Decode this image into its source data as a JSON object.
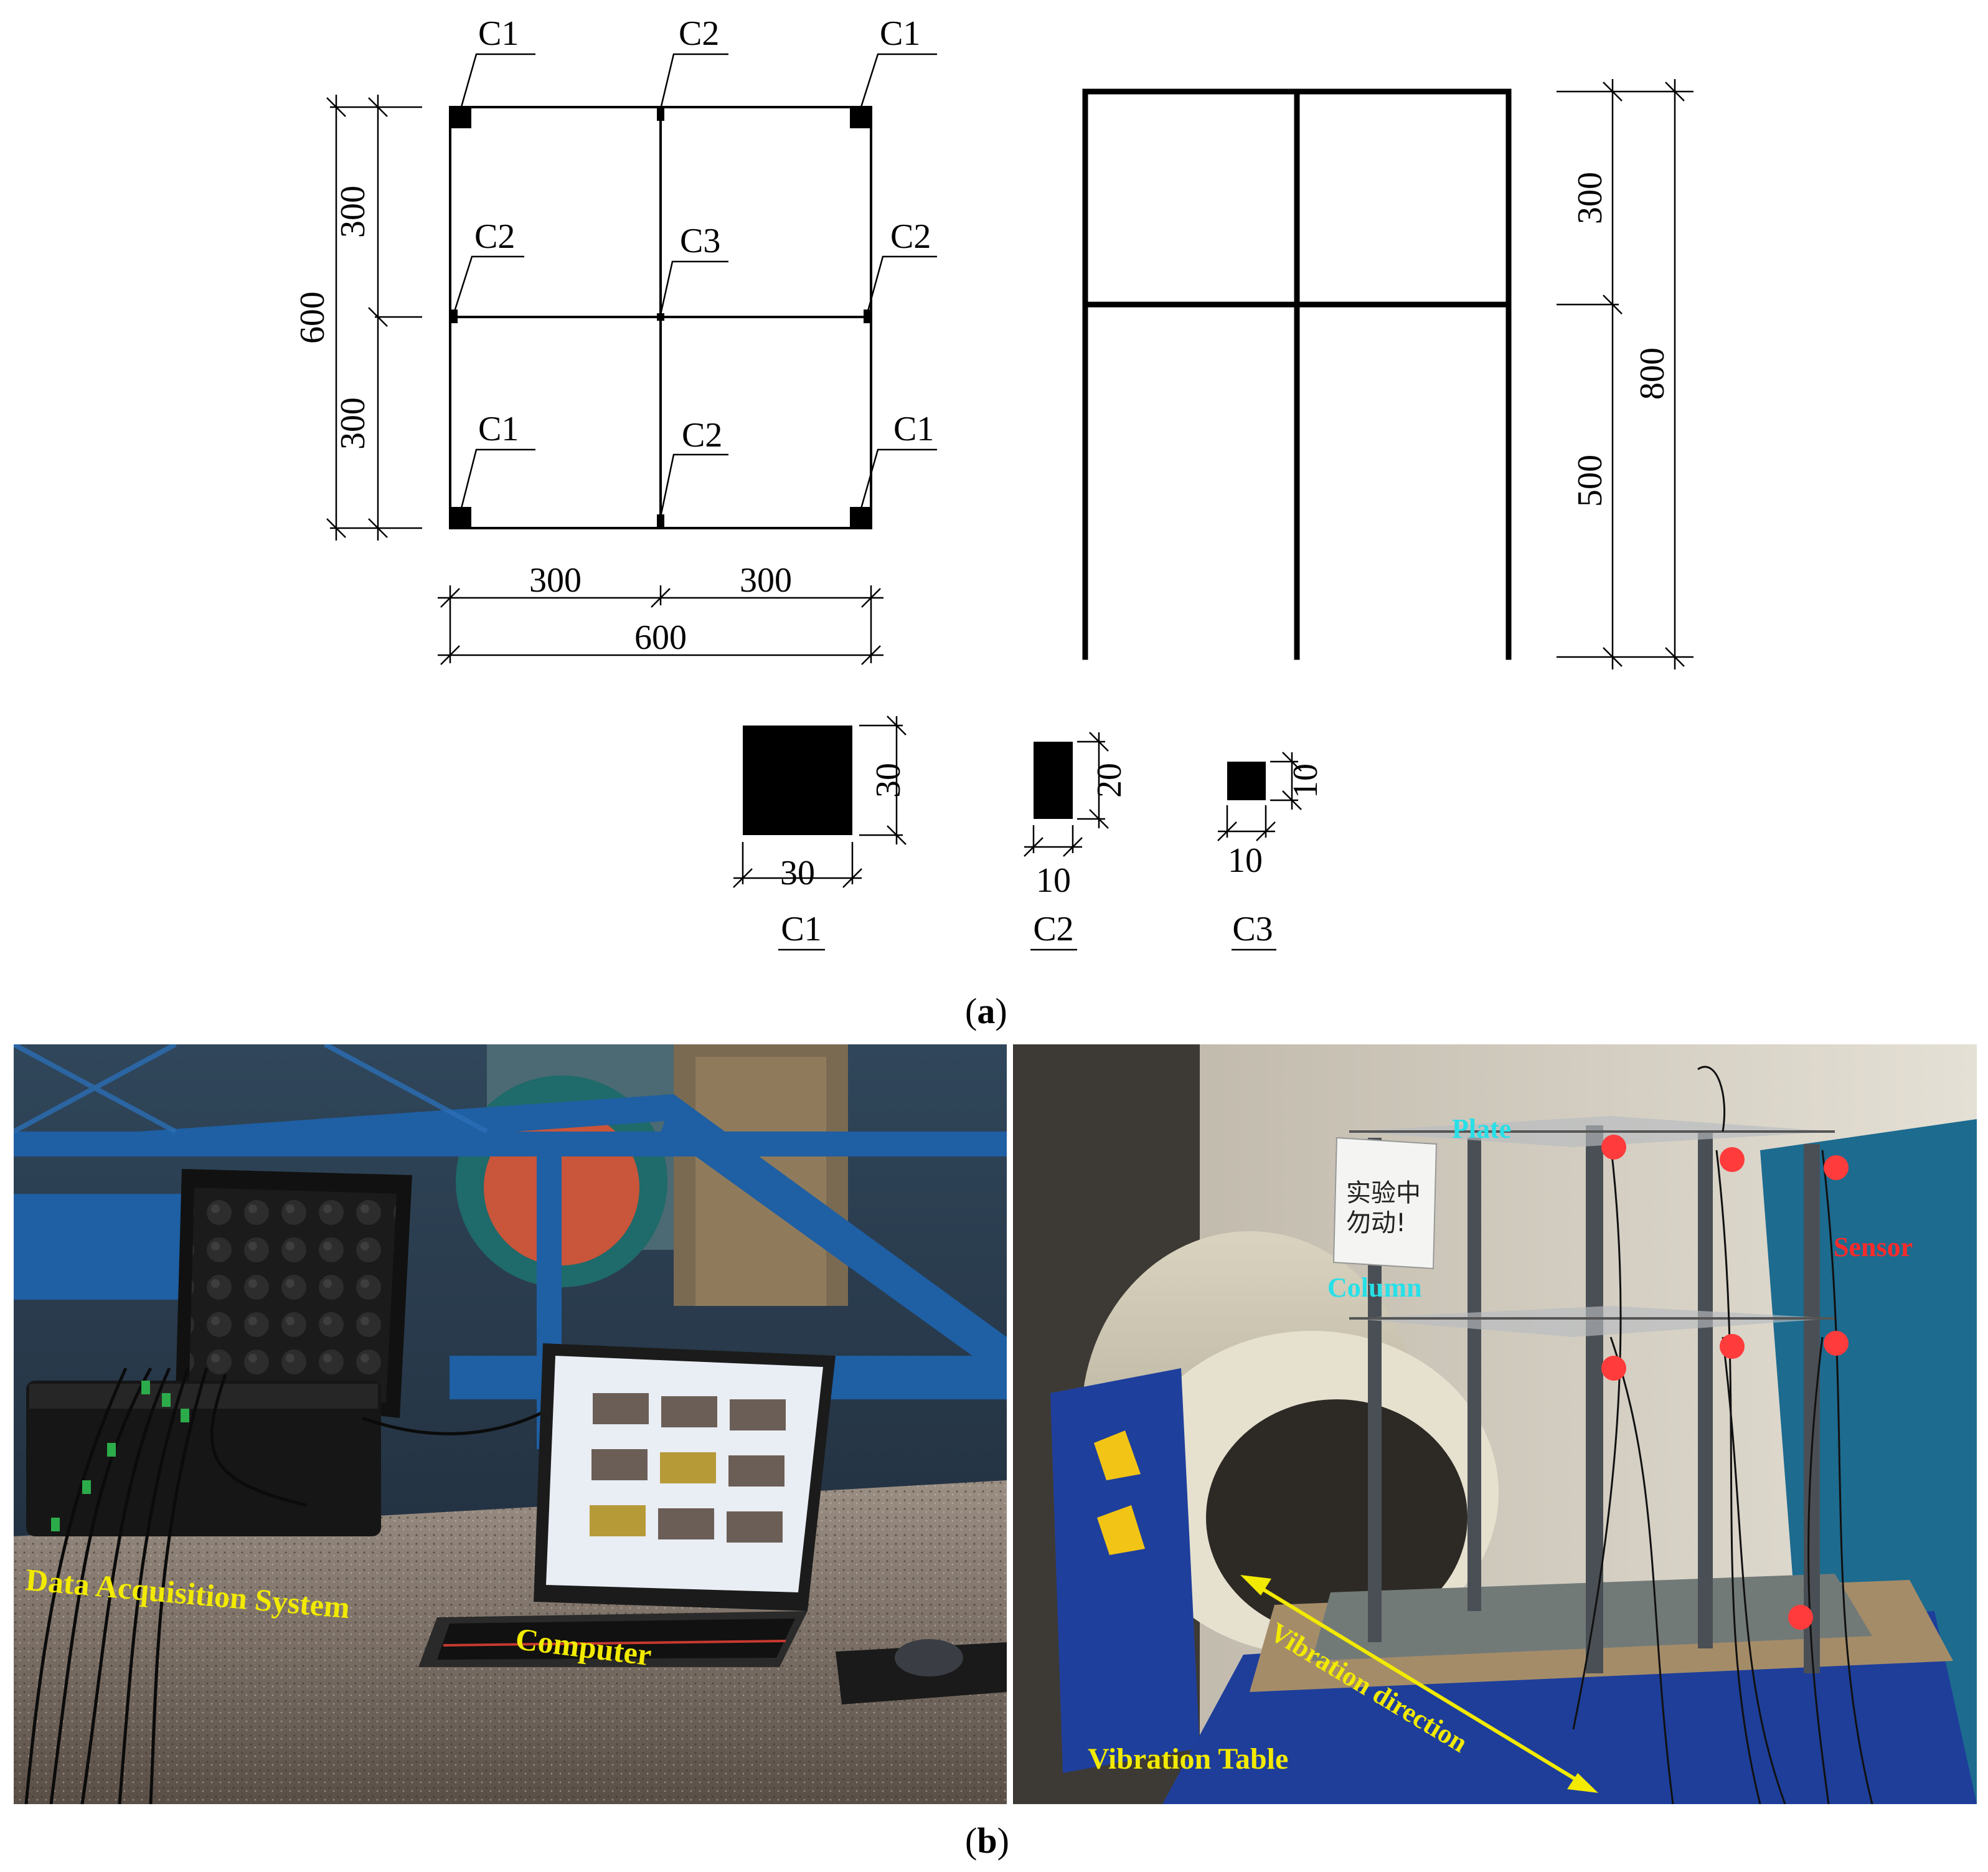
{
  "panel_a": {
    "plan": {
      "column_labels": {
        "tl": "C1",
        "tm": "C2",
        "tr": "C1",
        "ml": "C2",
        "mm": "C3",
        "mr": "C2",
        "bl": "C1",
        "bm": "C2",
        "br": "C1"
      },
      "dim_upper": "300",
      "dim_lower": "300",
      "dim_total_vertical": "600",
      "dim_left_span": "300",
      "dim_right_span": "300",
      "dim_total_horizontal": "600"
    },
    "elevation": {
      "dim_upper_story": "300",
      "dim_lower_story": "500",
      "dim_total_height": "800"
    },
    "sections": [
      {
        "name": "C1",
        "width": "30",
        "height": "30"
      },
      {
        "name": "C2",
        "width": "10",
        "height": "20"
      },
      {
        "name": "C3",
        "width": "10",
        "height": "10"
      }
    ],
    "caption_letter": "a"
  },
  "panel_b": {
    "left_photo_labels": {
      "daq": "Data Acquisition System",
      "computer": "Computer"
    },
    "right_photo_labels": {
      "plate": "Plate",
      "column": "Column",
      "sensor": "Sensor",
      "vibration_direction": "Vibration direction",
      "vibration_table": "Vibration Table",
      "sign_text": "实验中 勿动!"
    },
    "caption_letter": "b"
  },
  "colors": {
    "label_yellow": "#f2ea00",
    "label_cyan": "#26e0e8",
    "label_red": "#ff2a2a",
    "sensor_dot": "#ff3b3b"
  }
}
